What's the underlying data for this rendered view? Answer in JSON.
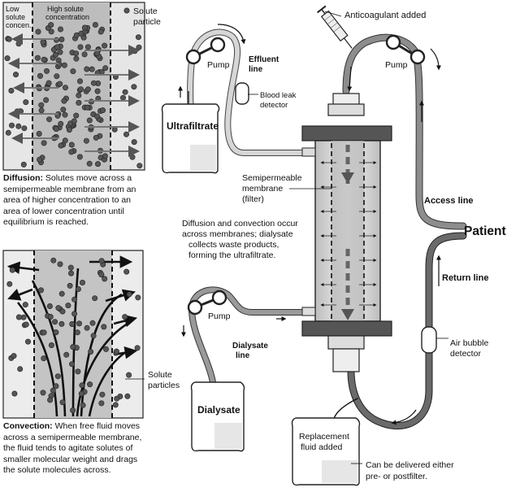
{
  "diffusion": {
    "low_label_1": "Low",
    "low_label_2": "solute",
    "low_label_3": "concen.",
    "high_label_1": "High solute",
    "high_label_2": "concentration",
    "particle_label_1": "Solute",
    "particle_label_2": "particle",
    "caption_title": "Diffusion:",
    "caption_body": "Solutes move across a semipermeable membrane from an area of higher concentration to an area of lower concentration until equilibrium is reached."
  },
  "convection": {
    "particles_label_1": "Solute",
    "particles_label_2": "particles",
    "caption_title": "Convection:",
    "caption_body": "When free fluid moves across a semipermeable membrane, the fluid tends to agitate solutes of smaller molecular weight and drags the solute molecules across."
  },
  "circuit": {
    "anticoagulant": "Anticoagulant added",
    "pump_effluent": "Pump",
    "pump_access": "Pump",
    "pump_dialysate": "Pump",
    "effluent_line_1": "Effluent",
    "effluent_line_2": "line",
    "blood_leak_1": "Blood leak",
    "blood_leak_2": "detector",
    "ultrafiltrate": "Ultrafiltrate",
    "membrane_1": "Semipermeable",
    "membrane_2": "membrane",
    "membrane_3": "(filter)",
    "access_line": "Access line",
    "patient": "Patient",
    "return_line": "Return line",
    "process_1": "Diffusion and convection occur",
    "process_2": "across membranes; dialysate",
    "process_3": "collects waste products,",
    "process_4": "forming the ultrafiltrate.",
    "air_bubble_1": "Air bubble",
    "air_bubble_2": "detector",
    "dialysate_line_1": "Dialysate",
    "dialysate_line_2": "line",
    "dialysate": "Dialysate",
    "replacement_1": "Replacement",
    "replacement_2": "fluid added",
    "delivery_1": "Can be delivered either",
    "delivery_2": "pre- or postfilter."
  }
}
